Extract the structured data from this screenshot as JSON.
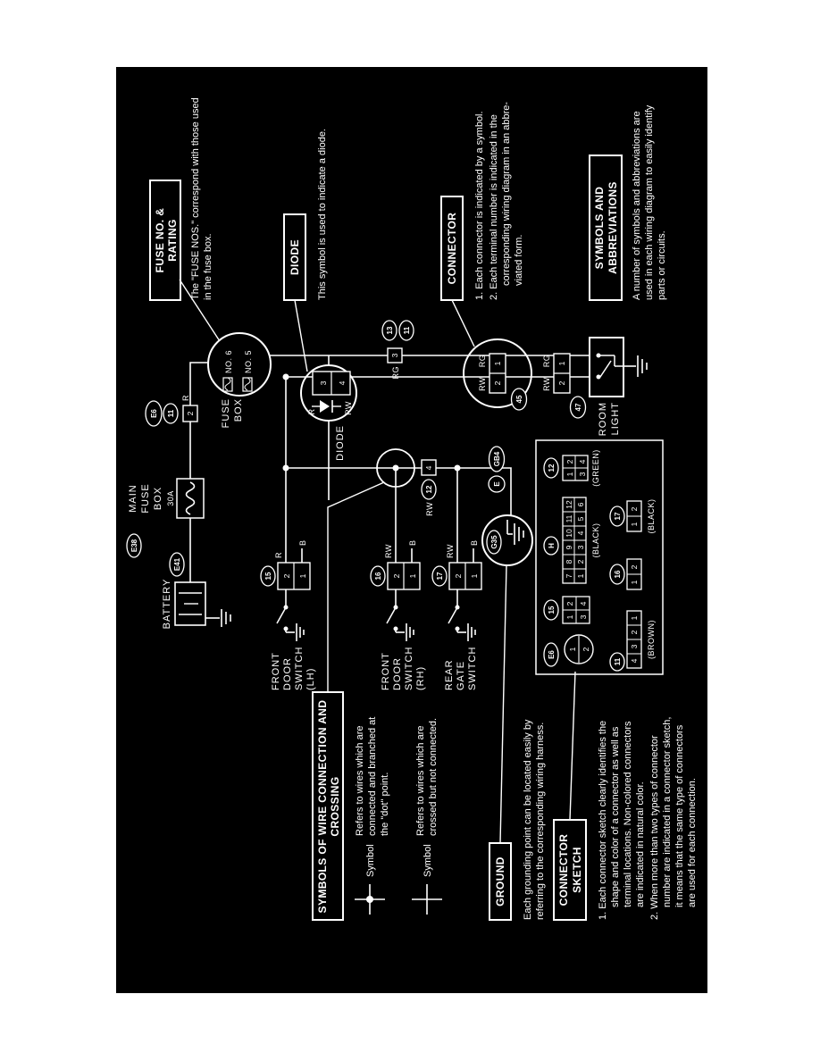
{
  "callouts": {
    "fuse": {
      "title1": "FUSE NO. &",
      "title2": "RATING",
      "note1": "The \"FUSE NOS.\" correspond with those used",
      "note2": "in the fuse box."
    },
    "diode": {
      "title": "DIODE",
      "note1": "This symbol is used to indicate a diode."
    },
    "connector": {
      "title": "CONNECTOR",
      "note1": "1. Each connector is indicated by a symbol.",
      "note2": "2. Each terminal number is indicated in the",
      "note3": "corresponding wiring diagram in an abbre-",
      "note4": "viated form."
    },
    "symbols": {
      "title1": "SYMBOLS AND",
      "title2": "ABBREVIATIONS",
      "note1": "A number of symbols and abbreviations are",
      "note2": "used in each wiring diagram to easily identify",
      "note3": "parts or circuits."
    },
    "wirecross": {
      "title1": "SYMBOLS OF WIRE CONNECTION AND",
      "title2": "CROSSING",
      "sym": "Symbol",
      "r1a": "Refers to wires which are",
      "r1b": "connected and branched at",
      "r1c": "the \"dot\" point.",
      "r2a": "Refers to wires which are",
      "r2b": "crossed but not connected."
    },
    "ground": {
      "title": "GROUND",
      "note1": "Each grounding point can be located easily by",
      "note2": "referring to the corresponding wiring harness."
    },
    "sketch": {
      "title1": "CONNECTOR",
      "title2": "SKETCH",
      "n1": "1. Each connector sketch clearly identifies the",
      "n2": "shape and color of a connector as well as",
      "n3": "terminal locations. Non-colored connectors",
      "n4": "are indicated in natural color.",
      "n5": "2. When more than two types of connector",
      "n6": "number are indicated in a connector sketch,",
      "n7": "it means that the same type of connectors",
      "n8": "are used for each connection."
    }
  },
  "circuit": {
    "battery": "BATTERY",
    "mfb1": "MAIN",
    "mfb2": "FUSE",
    "mfb3": "BOX",
    "amp": "30A",
    "e38": "E38",
    "e41": "E41",
    "e6": "E6",
    "c11": "11",
    "r": "R",
    "cell2": "2",
    "fb1": "FUSE",
    "fb2": "BOX",
    "no6": "NO. 6",
    "no5": "NO. 5",
    "rg": "RG",
    "rw": "RW",
    "cell3": "3",
    "o13": "13",
    "o11": "11",
    "diode": "DIODE",
    "d3": "3",
    "d4": "4",
    "dr": "R",
    "drw": "RW",
    "o45": "45",
    "o47": "47",
    "c2": "2",
    "c1": "1",
    "room1": "ROOM",
    "room2": "LIGHT",
    "o12": "12",
    "cell4": "4",
    "ge": "E",
    "gb4": "GB4",
    "g35": "G35",
    "sw1": {
      "l1": "FRONT",
      "l2": "DOOR",
      "l3": "SWITCH",
      "l4": "(LH)",
      "w": "R",
      "b": "B",
      "o": "15",
      "c2": "2",
      "c1": "1"
    },
    "sw2": {
      "l1": "FRONT",
      "l2": "DOOR",
      "l3": "SWITCH",
      "l4": "(RH)",
      "w": "RW",
      "b": "B",
      "o": "16",
      "c2": "2",
      "c1": "1"
    },
    "sw3": {
      "l1": "REAR",
      "l2": "GATE",
      "l3": "SWITCH",
      "w": "RW",
      "b": "B",
      "o": "17",
      "c2": "2",
      "c1": "1"
    }
  },
  "panel": {
    "e6": "E6",
    "p1a": "1",
    "p1b": "2",
    "o15": "15",
    "q1": "1",
    "q2": "2",
    "q3": "3",
    "q4": "4",
    "h": "H",
    "top": [
      "7",
      "8",
      "9",
      "10",
      "11",
      "12"
    ],
    "bot": [
      "1",
      "2",
      "3",
      "4",
      "5",
      "6"
    ],
    "black": "(BLACK)",
    "o12": "12",
    "green": "(GREEN)",
    "o11": "11",
    "s4": "4",
    "s3": "3",
    "s2": "2",
    "s1": "1",
    "brown": "(BROWN)",
    "o16": "16",
    "o17": "17"
  }
}
